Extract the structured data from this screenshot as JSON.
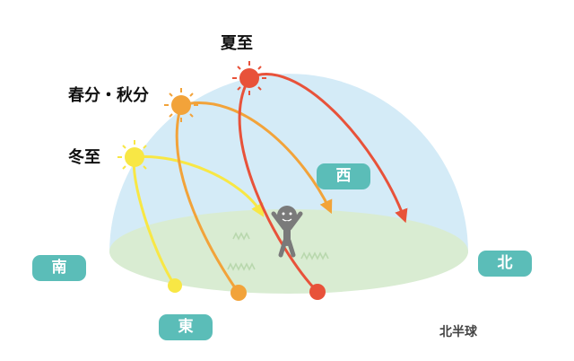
{
  "colors": {
    "sky": "#d4ebf7",
    "ground": "#d9ecd2",
    "badge": "#5bbdb8",
    "summer": "#e8523a",
    "equinox": "#f2a33a",
    "winter": "#f8e745",
    "person": "#7a7a7a"
  },
  "sun_labels": {
    "summer_solstice": "夏至",
    "equinox": "春分・秋分",
    "winter_solstice": "冬至"
  },
  "directions": {
    "south": "南",
    "east": "東",
    "west": "西",
    "north": "北"
  },
  "hemisphere": "北半球",
  "icons": [
    "sun-icon",
    "person-icon",
    "grass-icon",
    "arrow-icon"
  ]
}
